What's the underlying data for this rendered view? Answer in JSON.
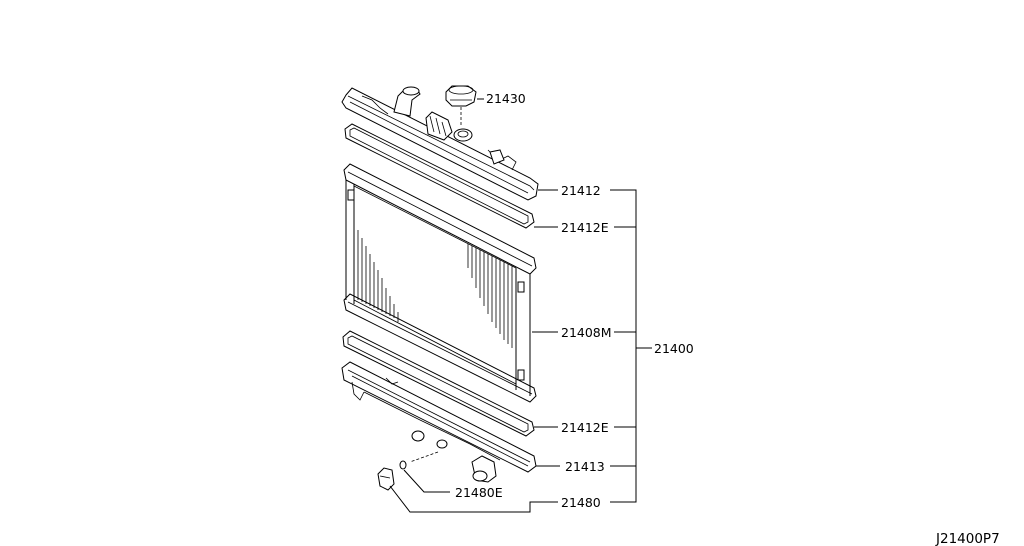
{
  "diagram": {
    "reference_code": "J21400P7",
    "parts": [
      {
        "id": "cap",
        "number": "21430"
      },
      {
        "id": "upper-tank",
        "number": "21412"
      },
      {
        "id": "upper-gasket",
        "number": "21412E"
      },
      {
        "id": "core",
        "number": "21408M"
      },
      {
        "id": "assembly",
        "number": "21400"
      },
      {
        "id": "lower-gasket",
        "number": "21412E"
      },
      {
        "id": "lower-tank",
        "number": "21413"
      },
      {
        "id": "drain-gasket",
        "number": "21480E"
      },
      {
        "id": "drain-cock",
        "number": "21480"
      }
    ]
  }
}
